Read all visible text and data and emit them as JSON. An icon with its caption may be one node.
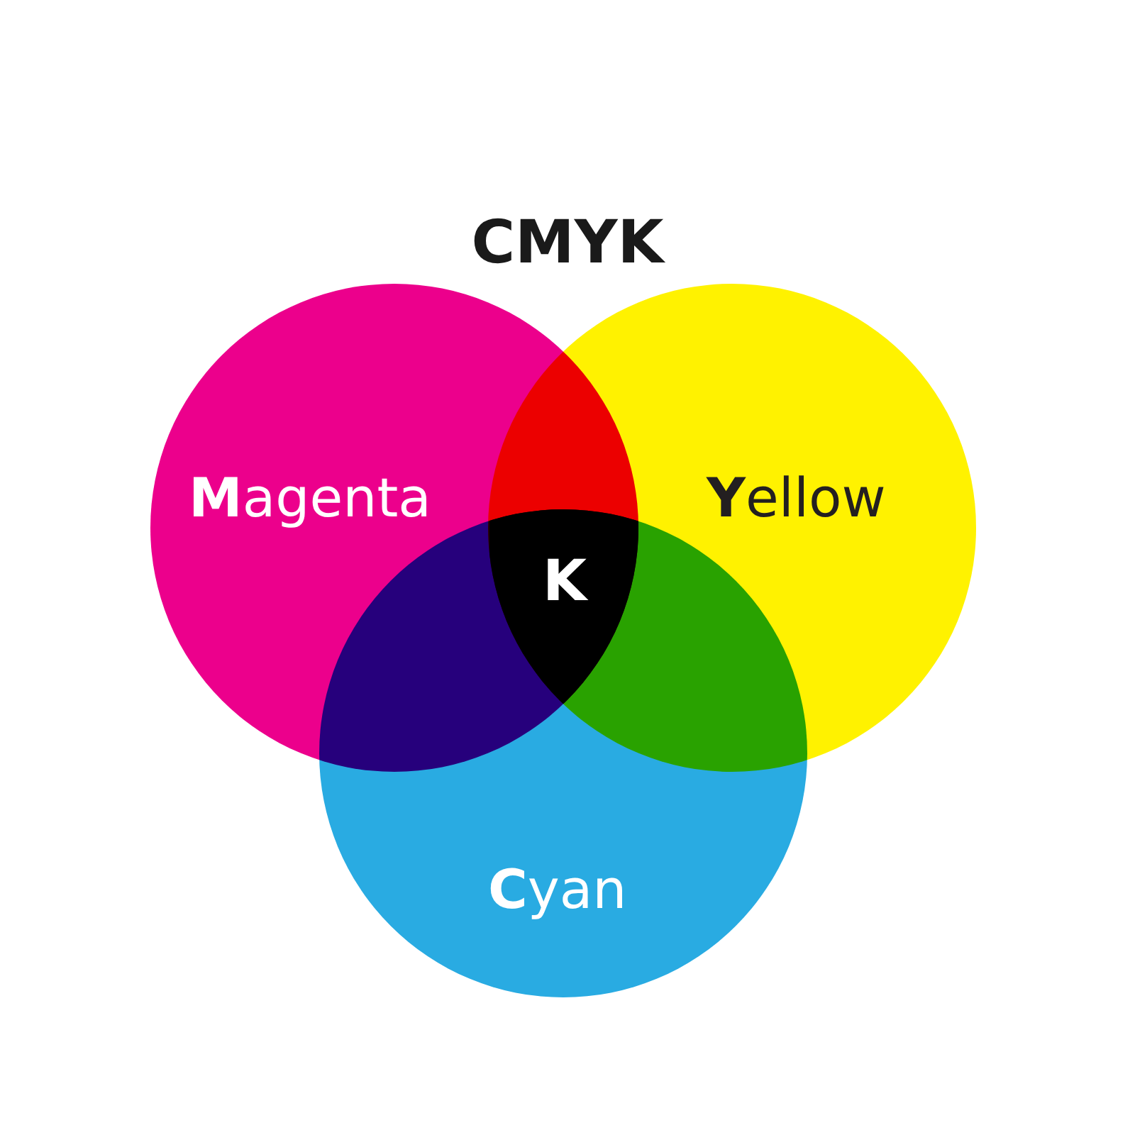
{
  "diagram": {
    "title": "CMYK",
    "nodes": [
      {
        "text": [
          "**M**agenta"
        ]
      },
      {
        "text": [
          "**Y**ellow"
        ]
      },
      {
        "text": [
          "**C**yan"
        ]
      },
      {
        "text": [
          "K"
        ]
      }
    ]
  }
}
